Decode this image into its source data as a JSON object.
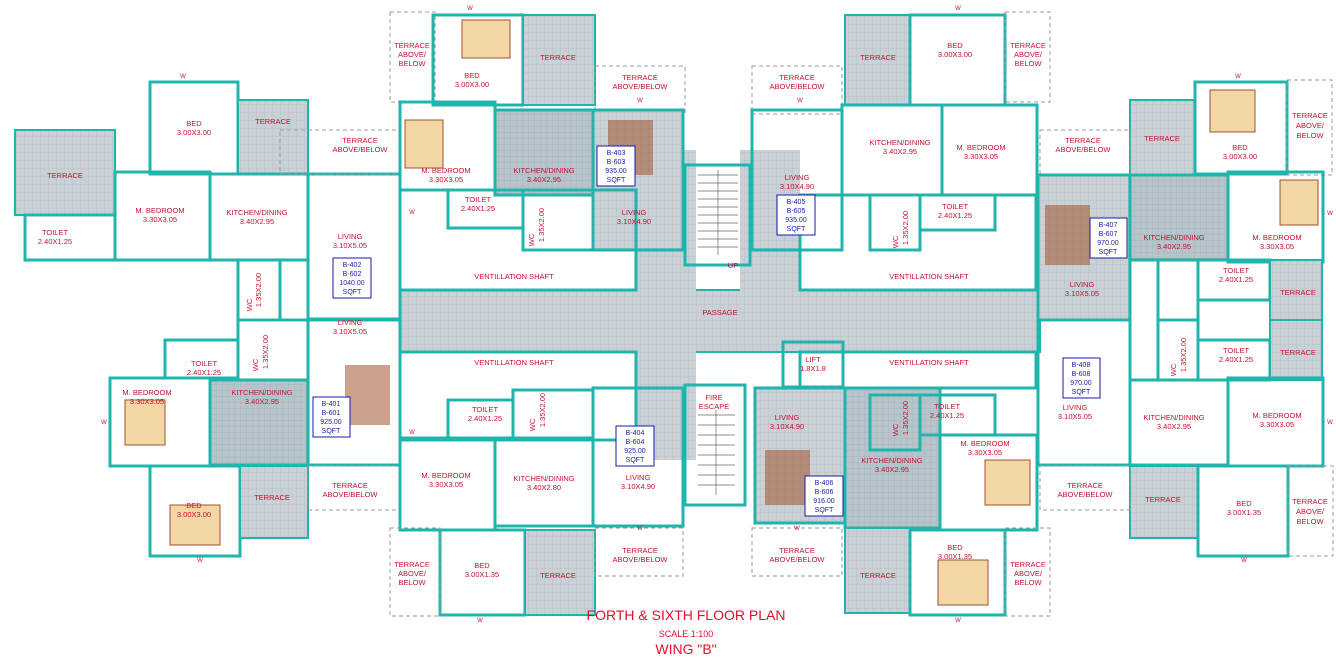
{
  "title": "FORTH & SIXTH FLOOR PLAN",
  "scale": "SCALE 1:100",
  "wing": "WING \"B\"",
  "rooms": {
    "terrace": "TERRACE",
    "terrace_ab_1": "TERRACE",
    "terrace_ab_2": "ABOVE/",
    "terrace_ab_3": "BELOW",
    "terrace_ab_two": "ABOVE/BELOW",
    "bed": "BED",
    "bed_3x3": "3.00X3.00",
    "bed_3x135": "3.00X1.35",
    "mbed": "M. BEDROOM",
    "mbed_size": "3.30X3.05",
    "kitchen": "KITCHEN/DINING",
    "kitchen_size_a": "3.40X2.95",
    "kitchen_size_b": "3.40X2.80",
    "living": "LIVING",
    "living_a": "3.10X5.05",
    "living_b": "3.10X4.90",
    "toilet": "TOILET",
    "toilet_size": "2.40X1.25",
    "wc": "WC",
    "wc_size": "1.35X2.00",
    "vent": "VENTILLATION SHAFT",
    "passage": "PASSAGE",
    "lift": "LIFT",
    "lift_size": "1.8X1.8",
    "fire1": "FIRE",
    "fire2": "ESCAPE",
    "up": "UP",
    "w": "W"
  },
  "units": [
    {
      "a": "B-401",
      "b": "B-601",
      "area": "925.00",
      "u": "SQFT"
    },
    {
      "a": "B-402",
      "b": "B-602",
      "area": "1040.00",
      "u": "SQFT"
    },
    {
      "a": "B-403",
      "b": "B-603",
      "area": "935.00",
      "u": "SQFT"
    },
    {
      "a": "B-404",
      "b": "B-604",
      "area": "925.00",
      "u": "SQFT"
    },
    {
      "a": "B-405",
      "b": "B-605",
      "area": "935.00",
      "u": "SQFT"
    },
    {
      "a": "B-406",
      "b": "B-606",
      "area": "916.00",
      "u": "SQFT"
    },
    {
      "a": "B-407",
      "b": "B-607",
      "area": "970.00",
      "u": "SQFT"
    },
    {
      "a": "B-408",
      "b": "B-608",
      "area": "970.00",
      "u": "SQFT"
    }
  ],
  "colors": {
    "wall": "#1fb5ad",
    "label": "#c8102e",
    "unit_box": "#1a1aa8",
    "terrace": "#c9d0d6",
    "passage": "#c9d0d6"
  }
}
